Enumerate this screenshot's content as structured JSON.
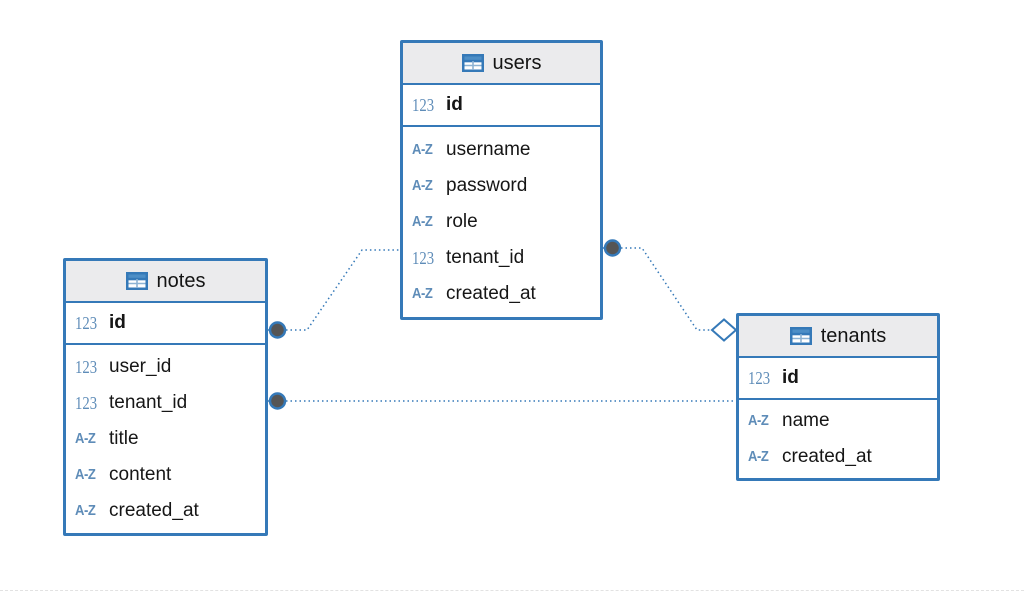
{
  "colors": {
    "table_border": "#3579b8",
    "header_background": "#ebebed",
    "type_icon_blue": "#5e8cb8",
    "relation_line": "#3579b8",
    "connector_circle_fill": "#555555",
    "text": "#161616"
  },
  "tables": {
    "users": {
      "name": "users",
      "pk": {
        "type": "123",
        "name": "id"
      },
      "fields": [
        {
          "type": "A-Z",
          "name": "username"
        },
        {
          "type": "A-Z",
          "name": "password"
        },
        {
          "type": "A-Z",
          "name": "role"
        },
        {
          "type": "123",
          "name": "tenant_id"
        },
        {
          "type": "A-Z",
          "name": "created_at"
        }
      ]
    },
    "notes": {
      "name": "notes",
      "pk": {
        "type": "123",
        "name": "id"
      },
      "fields": [
        {
          "type": "123",
          "name": "user_id"
        },
        {
          "type": "123",
          "name": "tenant_id"
        },
        {
          "type": "A-Z",
          "name": "title"
        },
        {
          "type": "A-Z",
          "name": "content"
        },
        {
          "type": "A-Z",
          "name": "created_at"
        }
      ]
    },
    "tenants": {
      "name": "tenants",
      "pk": {
        "type": "123",
        "name": "id"
      },
      "fields": [
        {
          "type": "A-Z",
          "name": "name"
        },
        {
          "type": "A-Z",
          "name": "created_at"
        }
      ]
    }
  },
  "relationships": [
    {
      "from": "notes.id",
      "to": "users",
      "line": "dotted",
      "start_marker": "filled-circle",
      "end_marker": "none"
    },
    {
      "from": "users.tenant_id",
      "to": "tenants",
      "line": "dotted",
      "start_marker": "filled-circle",
      "end_marker": "open-diamond"
    },
    {
      "from": "notes.tenant_id",
      "to": "tenants.id",
      "line": "dotted",
      "start_marker": "filled-circle",
      "end_marker": "none"
    }
  ]
}
